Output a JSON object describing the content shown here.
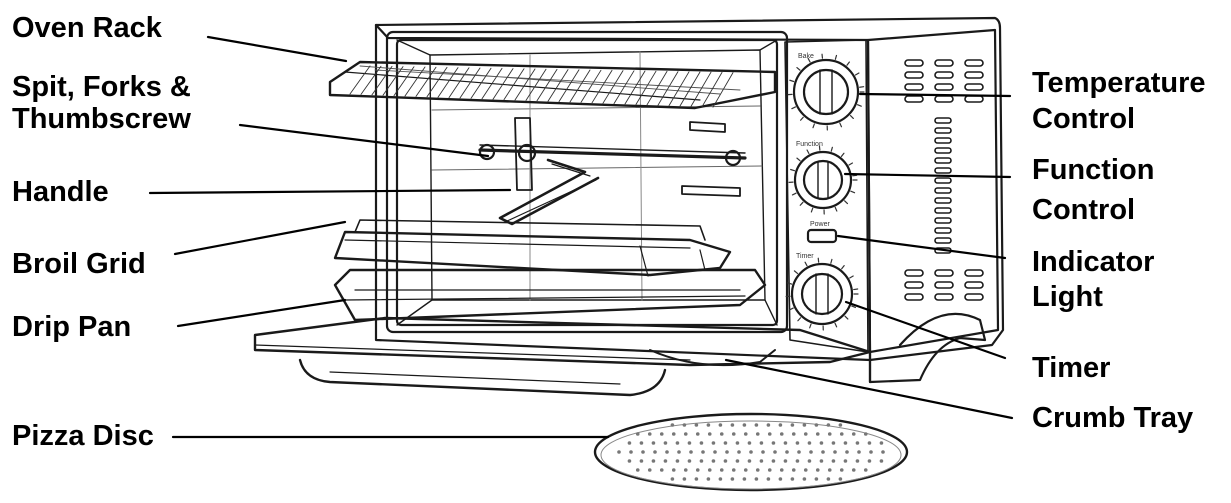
{
  "labels": {
    "oven_rack": "Oven Rack",
    "spit_line1": "Spit, Forks &",
    "spit_line2": "Thumbscrew",
    "handle": "Handle",
    "broil_grid": "Broil Grid",
    "drip_pan": "Drip Pan",
    "pizza_disc": "Pizza Disc",
    "temperature_line1": "Temperature",
    "temperature_line2": "Control",
    "function_line1": "Function",
    "function_line2": "Control",
    "indicator_line1": "Indicator",
    "indicator_line2": "Light",
    "timer": "Timer",
    "crumb_tray": "Crumb Tray"
  },
  "panel": {
    "knob1_caption": "Bake",
    "function_caption": "Function",
    "power_caption": "Power",
    "timer_caption": "Timer"
  },
  "colors": {
    "ink": "#000000",
    "line": "#1a1a1a",
    "background": "#ffffff"
  }
}
